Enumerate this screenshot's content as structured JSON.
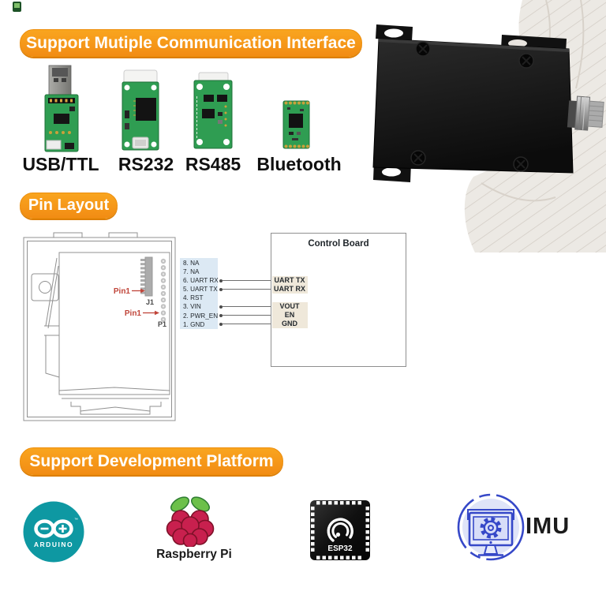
{
  "communication": {
    "banner": "Support Mutiple Communication Interface",
    "modules": [
      {
        "id": "usb-ttl",
        "label": "USB/TTL",
        "icon": "usb-dongle-icon"
      },
      {
        "id": "rs232",
        "label": "RS232",
        "icon": "rs232-adapter-board-icon"
      },
      {
        "id": "rs485",
        "label": "RS485",
        "icon": "rs485-adapter-board-icon"
      },
      {
        "id": "bluetooth",
        "label": "Bluetooth",
        "icon": "bluetooth-module-icon"
      }
    ]
  },
  "product_photo": {
    "alt": "black metal sensor enclosure held by white gloved hand"
  },
  "pin_layout": {
    "banner": "Pin Layout",
    "device": {
      "j1_label": "J1",
      "p1_label": "P1",
      "pin1_top": "Pin1",
      "pin1_bottom": "Pin1"
    },
    "pins": [
      "8. NA",
      "7. NA",
      "6. UART RX",
      "5. UART TX",
      "4. RST",
      "3. VIN",
      "2. PWR_EN",
      "1. GND"
    ],
    "control_board": {
      "title": "Control Board",
      "pins": [
        "UART TX",
        "UART RX",
        "VOUT",
        "EN",
        "GND"
      ]
    },
    "connections": [
      {
        "from": "6. UART RX",
        "to": "UART TX"
      },
      {
        "from": "5. UART TX",
        "to": "UART RX"
      },
      {
        "from": "3. VIN",
        "to": "VOUT"
      },
      {
        "from": "2. PWR_EN",
        "to": "EN"
      },
      {
        "from": "1. GND",
        "to": "GND"
      }
    ]
  },
  "platform": {
    "banner": "Support Development Platform",
    "items": [
      {
        "label": "ARDUINO",
        "icon": "arduino-logo"
      },
      {
        "label": "Raspberry Pi",
        "icon": "raspberry-pi-logo"
      },
      {
        "label": "ESP32",
        "icon": "esp32-chip-logo"
      },
      {
        "label": "IMU",
        "icon": "imu-monitor-icon"
      }
    ]
  },
  "colors": {
    "accent_orange": "#F7941D",
    "arduino_teal": "#0E98A2",
    "raspberry_red": "#C8204E",
    "leaf_green": "#6CC04A",
    "imu_blue": "#3648C8",
    "pin1_red": "#C0453A",
    "pin_list_bg": "#DCE9F4",
    "pin_label_bg": "#EFE8DA",
    "pcb_green": "#2F9D52"
  }
}
